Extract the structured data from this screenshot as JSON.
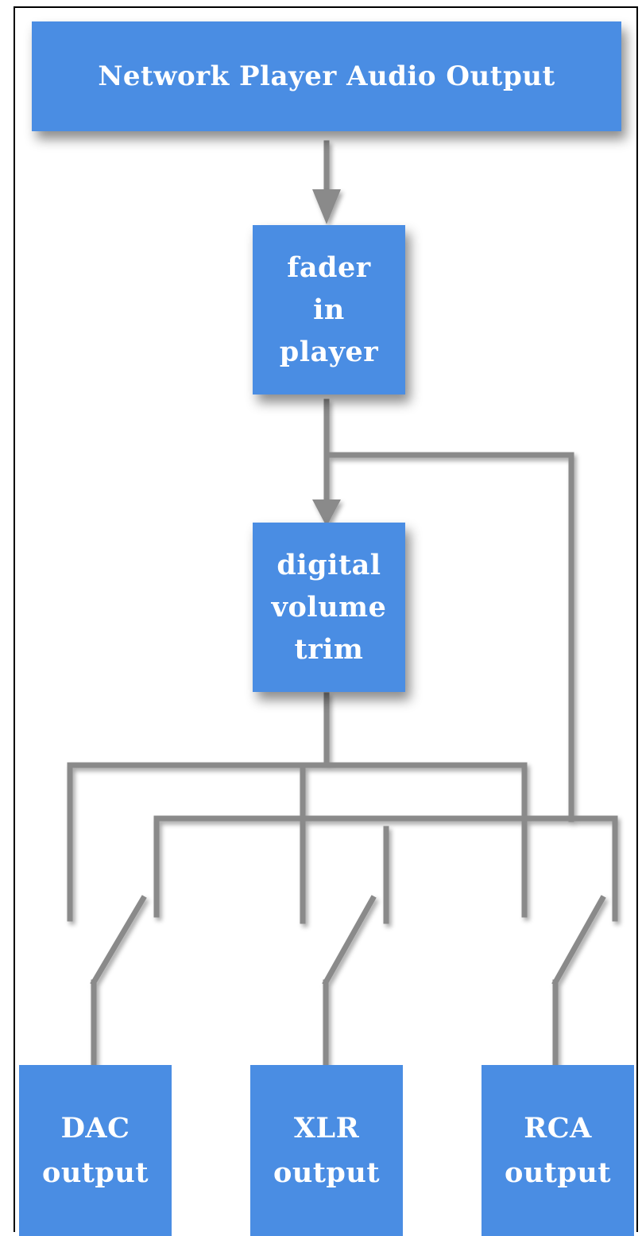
{
  "diagram": {
    "source": {
      "label": "Network Player Audio Output"
    },
    "fader": {
      "lines": [
        "fader",
        "in",
        "player"
      ]
    },
    "trim": {
      "lines": [
        "digital",
        "volume",
        "trim"
      ]
    },
    "outputs": [
      {
        "id": "dac",
        "lines": [
          "DAC",
          "output"
        ]
      },
      {
        "id": "xlr",
        "lines": [
          "XLR",
          "output"
        ]
      },
      {
        "id": "rca",
        "lines": [
          "RCA",
          "output"
        ]
      }
    ],
    "colors": {
      "box": "#4a8de3",
      "wire": "#8a8a8a",
      "text": "#ffffff"
    }
  }
}
